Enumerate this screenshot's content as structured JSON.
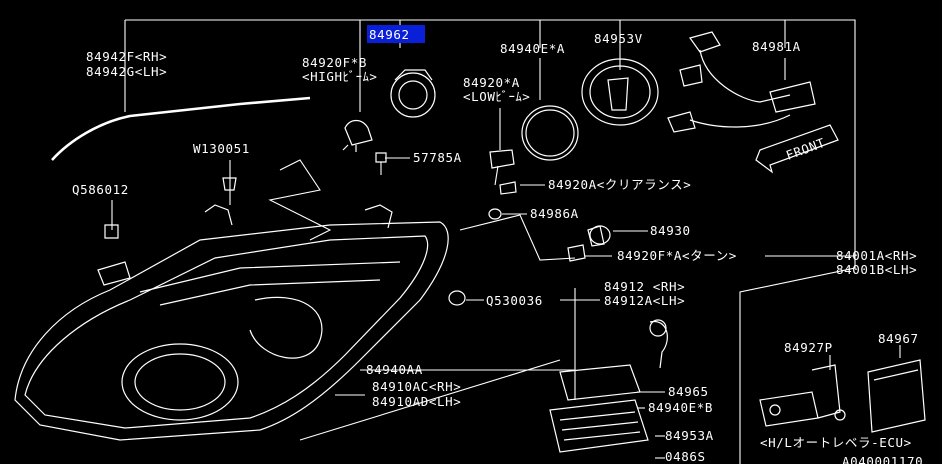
{
  "diagram": {
    "highlighted_part": "84962",
    "labels": {
      "p84962": "84962",
      "p84942f": "84942F<RH>",
      "p84942g": "84942G<LH>",
      "p84920fb": "84920F*B",
      "high_beam": "<HIGHﾋﾞｰﾑ>",
      "p84940ea": "84940E*A",
      "p84953v": "84953V",
      "p84981a": "84981A",
      "p84920a_star": "84920*A",
      "low_beam": "<LOWﾋﾞｰﾑ>",
      "w130051": "W130051",
      "p57785a": "57785A",
      "q586012": "Q586012",
      "p84920a": "84920A<クリアランス>",
      "p84986a": "84986A",
      "p84930": "84930",
      "p84920fa": "84920F*A<ターン>",
      "p84001a": "84001A<RH>",
      "p84001b": "84001B<LH>",
      "p84912": "84912 <RH>",
      "p84912a": "84912A<LH>",
      "q530036": "Q530036",
      "p84927p": "84927P",
      "p84967": "84967",
      "p84940aa": "84940AA",
      "p84910ac": "84910AC<RH>",
      "p84910ad": "84910AD<LH>",
      "p84965": "84965",
      "p84940eb": "84940E*B",
      "p84953a": "84953A",
      "p04865": "0486S",
      "ecu": "<H/Lオートレベラ-ECU>",
      "front": "FRONT",
      "footer_code": "A040001170"
    }
  }
}
